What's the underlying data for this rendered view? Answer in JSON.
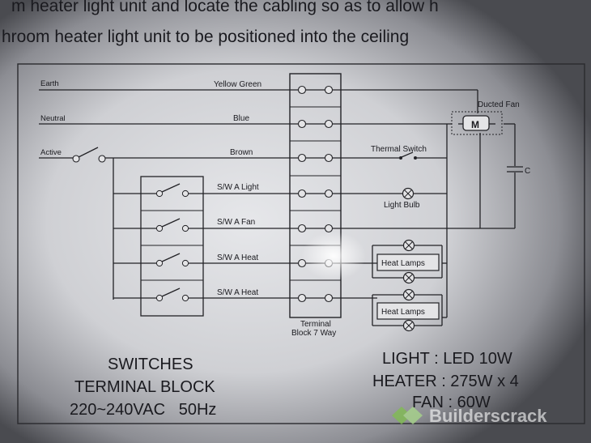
{
  "header": {
    "line1": "m heater light unit and locate the cabling so as to allow h",
    "line2": "hroom heater light unit to be positioned into the ceiling"
  },
  "wires": {
    "earth": "Earth",
    "neutral": "Neutral",
    "active": "Active"
  },
  "wire_colors": {
    "earth": "Yellow Green",
    "neutral": "Blue",
    "active": "Brown"
  },
  "switch_labels": [
    "S/W A Light",
    "S/W A Fan",
    "S/W A Heat",
    "S/W A Heat"
  ],
  "terminal_block": {
    "line1": "Terminal",
    "line2": "Block 7 Way"
  },
  "components": {
    "ducted_fan": "Ducted Fan",
    "motor": "M",
    "thermal_switch": "Thermal Switch",
    "capacitor": "C",
    "light_bulb": "Light Bulb",
    "heat_lamps_1": "Heat Lamps",
    "heat_lamps_2": "Heat Lamps"
  },
  "footer_left": {
    "line1": "SWITCHES",
    "line2": "TERMINAL BLOCK",
    "line3": "220~240VAC   50Hz"
  },
  "specs": {
    "light": "LIGHT : LED 10W",
    "heater": "HEATER : 275W x 4",
    "fan": "FAN : 60W"
  },
  "watermark": "Builderscrack",
  "colors": {
    "paper_center": "#e2e3e6",
    "paper_edge": "#5b5c62",
    "ink": "#1a1a1f",
    "watermark_green": "#7fbf4d"
  }
}
